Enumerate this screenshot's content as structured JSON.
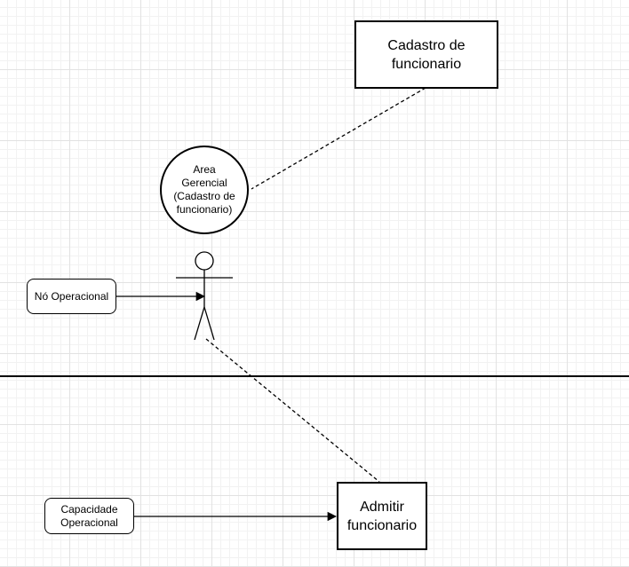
{
  "diagram": {
    "nodes": {
      "cadastro": {
        "text": "Cadastro de\nfuncionario"
      },
      "area": {
        "text": "Area\nGerencial\n(Cadastro de\nfuncionario)"
      },
      "no_operacional": {
        "text": "Nó Operacional"
      },
      "capacidade": {
        "text": "Capacidade\nOperacional"
      },
      "admitir": {
        "text": "Admitir\nfuncionario"
      }
    },
    "actor": {
      "label": ""
    },
    "colors": {
      "stroke": "#000000",
      "grid": "#e2e2e2",
      "background": "#ffffff"
    },
    "edges": [
      {
        "from": "cadastro",
        "to": "area",
        "style": "dashed"
      },
      {
        "from": "actor",
        "to": "admitir",
        "style": "dashed"
      },
      {
        "from": "no_operacional",
        "to": "actor",
        "style": "solid-arrow"
      },
      {
        "from": "capacidade",
        "to": "admitir",
        "style": "solid-arrow"
      }
    ]
  }
}
